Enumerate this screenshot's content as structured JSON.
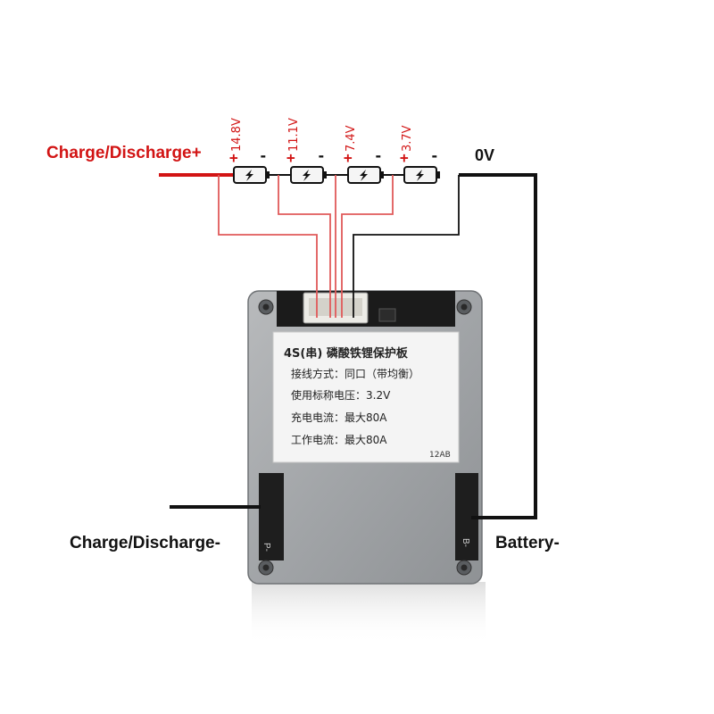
{
  "colors": {
    "positive_wire": "#d21414",
    "negative_wire": "#111111",
    "tap_wire": "#e05a5a",
    "board": "#9da0a3",
    "pcb": "#1b1b1b",
    "label": "#f4f4f4"
  },
  "labels": {
    "charge_discharge_plus": "Charge/Discharge+",
    "zero_v": "0V",
    "charge_discharge_minus": "Charge/Discharge-",
    "battery_minus": "Battery-"
  },
  "taps": [
    "14.8V",
    "11.1V",
    "7.4V",
    "3.7V"
  ],
  "cell_symbols": {
    "plus": "+",
    "minus": "-"
  },
  "cells": [
    {
      "icon": "battery-cell-icon"
    },
    {
      "icon": "battery-cell-icon"
    },
    {
      "icon": "battery-cell-icon"
    },
    {
      "icon": "battery-cell-icon"
    }
  ],
  "board_label": {
    "title": "4S(串) 磷酸铁锂保护板",
    "lines": [
      "接线方式：同口（带均衡）",
      "使用标称电压：3.2V",
      "充电电流：最大80A",
      "工作电流：最大80A"
    ],
    "code": "12AB"
  },
  "pad_marks": {
    "left": "P-",
    "right": "B-"
  }
}
